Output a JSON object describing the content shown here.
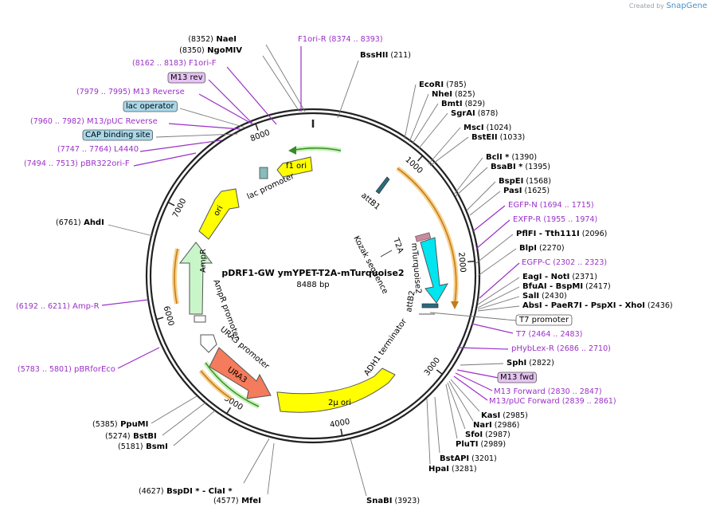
{
  "brand": {
    "created_by": "Created by",
    "name": "SnapGene"
  },
  "plasmid": {
    "name": "pDRF1-GW ymYPET-T2A-mTurquoise2",
    "size_label": "8488 bp",
    "length": 8488
  },
  "colors": {
    "purple": "#9b30c8",
    "feature_purple_fill": "#e6c4f2",
    "blue_fill": "#a8d8ea",
    "yellow": "#ffff00",
    "cyan": "#00e5f0",
    "green": "#c6f7c6",
    "orange_red": "#f47b5b",
    "orange_line": "#e8a040",
    "green_line": "#3a8a2a"
  },
  "ticks": [
    {
      "pos": 1000,
      "label": "1000"
    },
    {
      "pos": 2000,
      "label": "2000"
    },
    {
      "pos": 3000,
      "label": "3000"
    },
    {
      "pos": 4000,
      "label": "4000"
    },
    {
      "pos": 5000,
      "label": "5000"
    },
    {
      "pos": 6000,
      "label": "6000"
    },
    {
      "pos": 7000,
      "label": "7000"
    },
    {
      "pos": 8000,
      "label": "8000"
    }
  ],
  "labels": [
    {
      "id": "nae",
      "parts": [
        {
          "t": "(8352)",
          "c": "num"
        },
        {
          "t": " NaeI",
          "c": "bold"
        }
      ]
    },
    {
      "id": "ngomiv",
      "parts": [
        {
          "t": "(8350)",
          "c": "num"
        },
        {
          "t": " NgoMIV",
          "c": "bold"
        }
      ]
    },
    {
      "id": "f1orir",
      "parts": [
        {
          "t": "F1ori-R",
          "c": "purple"
        },
        {
          "t": "   (8374 .. 8393)",
          "c": "purplenum"
        }
      ]
    },
    {
      "id": "bsshii",
      "parts": [
        {
          "t": "BssHII",
          "c": "bold"
        },
        {
          "t": "  (211)",
          "c": "num"
        }
      ]
    },
    {
      "id": "f1orif",
      "parts": [
        {
          "t": "(8162 .. 8183)",
          "c": "purplenum"
        },
        {
          "t": "  F1ori-F",
          "c": "purple"
        }
      ]
    },
    {
      "id": "m13rev",
      "parts": [
        {
          "t": "M13 rev",
          "c": "boxpurple"
        }
      ]
    },
    {
      "id": "m13reverse",
      "parts": [
        {
          "t": "(7979 .. 7995)",
          "c": "purplenum"
        },
        {
          "t": "  M13 Reverse",
          "c": "purple"
        }
      ]
    },
    {
      "id": "lacop",
      "parts": [
        {
          "t": "lac operator",
          "c": "boxblue"
        }
      ]
    },
    {
      "id": "m13pucrev",
      "parts": [
        {
          "t": "(7960 .. 7982)",
          "c": "purplenum"
        },
        {
          "t": "  M13/pUC Reverse",
          "c": "purple"
        }
      ]
    },
    {
      "id": "cap",
      "parts": [
        {
          "t": "CAP binding site",
          "c": "boxblue"
        }
      ]
    },
    {
      "id": "l4440",
      "parts": [
        {
          "t": "(7747 .. 7764)",
          "c": "purplenum"
        },
        {
          "t": "  L4440",
          "c": "purple"
        }
      ]
    },
    {
      "id": "pbr322",
      "parts": [
        {
          "t": "(7494 .. 7513)",
          "c": "purplenum"
        },
        {
          "t": "  pBR322ori-F",
          "c": "purple"
        }
      ]
    },
    {
      "id": "ahdi",
      "parts": [
        {
          "t": "(6761)",
          "c": "num"
        },
        {
          "t": "  AhdI",
          "c": "bold"
        }
      ]
    },
    {
      "id": "ampr_primer",
      "parts": [
        {
          "t": "(6192 .. 6211)",
          "c": "purplenum"
        },
        {
          "t": "  Amp-R",
          "c": "purple"
        }
      ]
    },
    {
      "id": "pbrforeco",
      "parts": [
        {
          "t": "(5783 .. 5801)",
          "c": "purplenum"
        },
        {
          "t": "  pBRforEco",
          "c": "purple"
        }
      ]
    },
    {
      "id": "ppumi",
      "parts": [
        {
          "t": "(5385)",
          "c": "num"
        },
        {
          "t": "  PpuMI",
          "c": "bold"
        }
      ]
    },
    {
      "id": "bstbi",
      "parts": [
        {
          "t": "(5274)",
          "c": "num"
        },
        {
          "t": "  BstBI",
          "c": "bold"
        }
      ]
    },
    {
      "id": "bsmi",
      "parts": [
        {
          "t": "(5181)",
          "c": "num"
        },
        {
          "t": "  BsmI",
          "c": "bold"
        }
      ]
    },
    {
      "id": "bspdi",
      "parts": [
        {
          "t": "(4627)",
          "c": "num"
        },
        {
          "t": "  BspDI * - ClaI *",
          "c": "bold"
        }
      ]
    },
    {
      "id": "mfei",
      "parts": [
        {
          "t": "(4577)",
          "c": "num"
        },
        {
          "t": "  MfeI",
          "c": "bold"
        }
      ]
    },
    {
      "id": "snabi",
      "parts": [
        {
          "t": "SnaBI",
          "c": "bold"
        },
        {
          "t": "  (3923)",
          "c": "num"
        }
      ]
    },
    {
      "id": "hpai",
      "parts": [
        {
          "t": "HpaI",
          "c": "bold"
        },
        {
          "t": "  (3281)",
          "c": "num"
        }
      ]
    },
    {
      "id": "bstapi",
      "parts": [
        {
          "t": "BstAPI",
          "c": "bold"
        },
        {
          "t": "  (3201)",
          "c": "num"
        }
      ]
    },
    {
      "id": "pluti",
      "parts": [
        {
          "t": "PluTI",
          "c": "bold"
        },
        {
          "t": "  (2989)",
          "c": "num"
        }
      ]
    },
    {
      "id": "sfoi",
      "parts": [
        {
          "t": "SfoI",
          "c": "bold"
        },
        {
          "t": "  (2987)",
          "c": "num"
        }
      ]
    },
    {
      "id": "nari",
      "parts": [
        {
          "t": "NarI",
          "c": "bold"
        },
        {
          "t": "  (2986)",
          "c": "num"
        }
      ]
    },
    {
      "id": "kasi",
      "parts": [
        {
          "t": "KasI",
          "c": "bold"
        },
        {
          "t": "  (2985)",
          "c": "num"
        }
      ]
    },
    {
      "id": "m13pucfwd",
      "parts": [
        {
          "t": "M13/pUC Forward",
          "c": "purple"
        },
        {
          "t": "  (2839 .. 2861)",
          "c": "purplenum"
        }
      ]
    },
    {
      "id": "m13forward",
      "parts": [
        {
          "t": "M13 Forward",
          "c": "purple"
        },
        {
          "t": "  (2830 .. 2847)",
          "c": "purplenum"
        }
      ]
    },
    {
      "id": "m13fwd",
      "parts": [
        {
          "t": "M13 fwd",
          "c": "boxpurple"
        }
      ]
    },
    {
      "id": "sphi",
      "parts": [
        {
          "t": "SphI",
          "c": "bold"
        },
        {
          "t": "  (2822)",
          "c": "num"
        }
      ]
    },
    {
      "id": "phyblexr",
      "parts": [
        {
          "t": "pHybLex-R",
          "c": "purple"
        },
        {
          "t": "  (2686 .. 2710)",
          "c": "purplenum"
        }
      ]
    },
    {
      "id": "t7",
      "parts": [
        {
          "t": "T7",
          "c": "purple"
        },
        {
          "t": "  (2464 .. 2483)",
          "c": "purplenum"
        }
      ]
    },
    {
      "id": "t7prom",
      "parts": [
        {
          "t": "T7 promoter",
          "c": "boxwhite"
        }
      ]
    },
    {
      "id": "absi",
      "parts": [
        {
          "t": "AbsI",
          "c": "bold"
        },
        {
          "t": " - PaeR7I",
          "c": "bold"
        },
        {
          "t": " - PspXI",
          "c": "bold"
        },
        {
          "t": " - XhoI",
          "c": "bold"
        },
        {
          "t": "  (2436)",
          "c": "num"
        }
      ]
    },
    {
      "id": "sali",
      "parts": [
        {
          "t": "SalI",
          "c": "bold"
        },
        {
          "t": "  (2430)",
          "c": "num"
        }
      ]
    },
    {
      "id": "bfuai",
      "parts": [
        {
          "t": "BfuAI",
          "c": "bold"
        },
        {
          "t": " - BspMI",
          "c": "bold"
        },
        {
          "t": "  (2417)",
          "c": "num"
        }
      ]
    },
    {
      "id": "eagi",
      "parts": [
        {
          "t": "EagI",
          "c": "bold"
        },
        {
          "t": " - NotI",
          "c": "bold"
        },
        {
          "t": "  (2371)",
          "c": "num"
        }
      ]
    },
    {
      "id": "egfpc",
      "parts": [
        {
          "t": "EGFP-C",
          "c": "purple"
        },
        {
          "t": "  (2302 .. 2323)",
          "c": "purplenum"
        }
      ]
    },
    {
      "id": "blpi",
      "parts": [
        {
          "t": "BlpI",
          "c": "bold"
        },
        {
          "t": "  (2270)",
          "c": "num"
        }
      ]
    },
    {
      "id": "pflfi",
      "parts": [
        {
          "t": "PflFI",
          "c": "bold"
        },
        {
          "t": " - Tth111I",
          "c": "bold"
        },
        {
          "t": "  (2096)",
          "c": "num"
        }
      ]
    },
    {
      "id": "exfpr",
      "parts": [
        {
          "t": "EXFP-R",
          "c": "purple"
        },
        {
          "t": "  (1955 .. 1974)",
          "c": "purplenum"
        }
      ]
    },
    {
      "id": "egfpn",
      "parts": [
        {
          "t": "EGFP-N",
          "c": "purple"
        },
        {
          "t": "  (1694 .. 1715)",
          "c": "purplenum"
        }
      ]
    },
    {
      "id": "pasi",
      "parts": [
        {
          "t": "PasI",
          "c": "bold"
        },
        {
          "t": "  (1625)",
          "c": "num"
        }
      ]
    },
    {
      "id": "bspei",
      "parts": [
        {
          "t": "BspEI",
          "c": "bold"
        },
        {
          "t": "  (1568)",
          "c": "num"
        }
      ]
    },
    {
      "id": "bsabi",
      "parts": [
        {
          "t": "BsaBI *",
          "c": "bold"
        },
        {
          "t": "  (1395)",
          "c": "num"
        }
      ]
    },
    {
      "id": "bcli",
      "parts": [
        {
          "t": "BclI *",
          "c": "bold"
        },
        {
          "t": "  (1390)",
          "c": "num"
        }
      ]
    },
    {
      "id": "bsteii",
      "parts": [
        {
          "t": "BstEII",
          "c": "bold"
        },
        {
          "t": "  (1033)",
          "c": "num"
        }
      ]
    },
    {
      "id": "msci",
      "parts": [
        {
          "t": "MscI",
          "c": "bold"
        },
        {
          "t": "  (1024)",
          "c": "num"
        }
      ]
    },
    {
      "id": "sgrai",
      "parts": [
        {
          "t": "SgrAI",
          "c": "bold"
        },
        {
          "t": "  (878)",
          "c": "num"
        }
      ]
    },
    {
      "id": "bmti",
      "parts": [
        {
          "t": "BmtI",
          "c": "bold"
        },
        {
          "t": "  (829)",
          "c": "num"
        }
      ]
    },
    {
      "id": "nhei",
      "parts": [
        {
          "t": "NheI",
          "c": "bold"
        },
        {
          "t": "  (825)",
          "c": "num"
        }
      ]
    },
    {
      "id": "ecori",
      "parts": [
        {
          "t": "EcoRI",
          "c": "bold"
        },
        {
          "t": "  (785)",
          "c": "num"
        }
      ]
    }
  ],
  "features": [
    {
      "id": "f1ori_label",
      "text": "f1 ori"
    },
    {
      "id": "lac_promoter",
      "text": "lac promoter"
    },
    {
      "id": "ori",
      "text": "ori"
    },
    {
      "id": "ampr",
      "text": "AmpR"
    },
    {
      "id": "ampr_promoter",
      "text": "AmpR promoter"
    },
    {
      "id": "ura3_promoter",
      "text": "URA3 promoter"
    },
    {
      "id": "ura3",
      "text": "URA3"
    },
    {
      "id": "two_mu_ori",
      "text": "2μ ori"
    },
    {
      "id": "adh1",
      "text": "ADH1 terminator"
    },
    {
      "id": "attb1",
      "text": "attB1"
    },
    {
      "id": "attb2",
      "text": "attB2"
    },
    {
      "id": "kozak",
      "text": "Kozak sequence"
    },
    {
      "id": "t2a",
      "text": "T2A"
    },
    {
      "id": "mturquoise2",
      "text": "mTurquoise2"
    }
  ]
}
